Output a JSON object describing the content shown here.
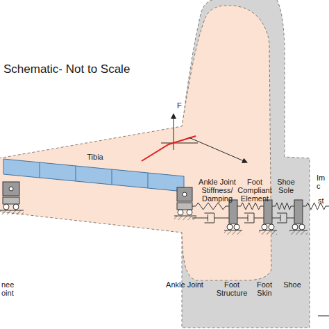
{
  "diagram": {
    "title": "Schematic- Not to Scale",
    "labels": [
      "F",
      "Tibia",
      "Ankle Joint Stiffness/ Damping",
      "Foot Compliant Element",
      "Shoe Sole",
      "Im c",
      "st",
      "nee oint",
      "Ankle Joint",
      "Foot Structure",
      "Foot Skin",
      "Shoe"
    ]
  }
}
